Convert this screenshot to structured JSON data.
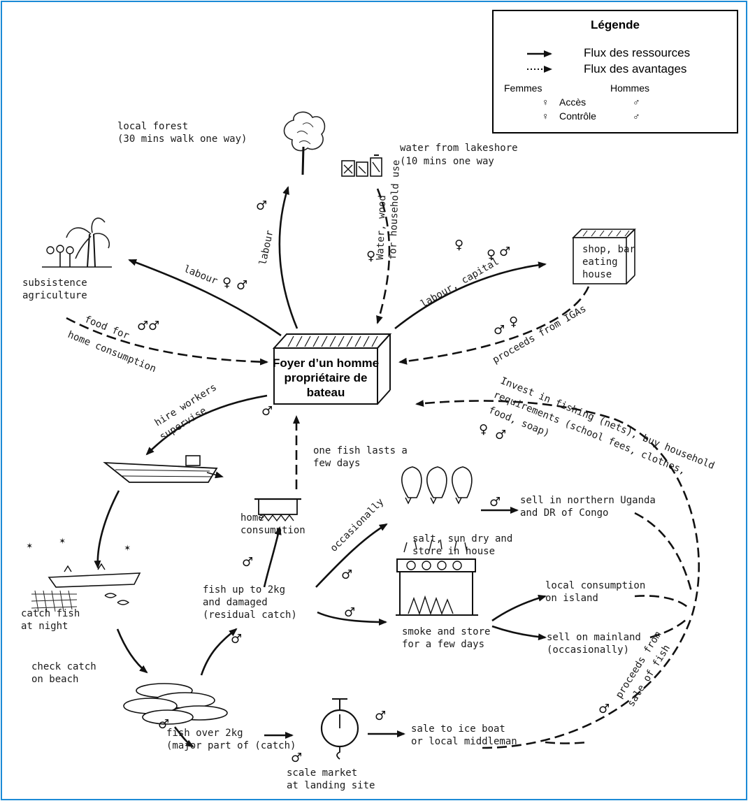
{
  "legend": {
    "title": "Légende",
    "resource_flow": "Flux des ressources",
    "benefit_flow": "Flux des avantages",
    "women": "Femmes",
    "men": "Hommes",
    "access": "Accès",
    "control": "Contrôle"
  },
  "center": {
    "line1": "Foyer d’un homme",
    "line2": "propriétaire de",
    "line3": "bateau"
  },
  "nodes": {
    "forest_1": "local  forest",
    "forest_2": "(30 mins walk one way)",
    "water_1": "water from lakeshore",
    "water_2": "(10 mins one way",
    "agri_1": "subsistence",
    "agri_2": "agriculture",
    "shop_1": "shop, bar",
    "shop_2": "eating",
    "shop_3": "house",
    "catch_1": "catch fish",
    "catch_2": "at night",
    "check_1": "check catch",
    "check_2": "on beach",
    "home_1": "home",
    "home_2": "consumption",
    "onefish_1": "one fish lasts a",
    "onefish_2": "few days",
    "small_1": "fish up to 2kg",
    "small_2": "and damaged",
    "small_3": "(residual catch)",
    "big_1": "fish over 2kg",
    "big_2": "(major part of (catch)",
    "scale_1": "scale market",
    "scale_2": "at landing site",
    "ice_1": "sale to ice boat",
    "ice_2": "or local middleman",
    "salt_1": "salt, sun dry and",
    "salt_2": "store in house",
    "north_1": "sell in northern Uganda",
    "north_2": "and DR of Congo",
    "smoke_1": "smoke and store",
    "smoke_2": "for a few days",
    "local_1": "local consumption",
    "local_2": "on island",
    "main_1": "sell on mainland",
    "main_2": "(occasionally)"
  },
  "flow_labels": {
    "labour_forest": "labour",
    "water_wood": "Water, wood",
    "household_use": "for household use",
    "labour_agri": "labour",
    "labour_capital": "labour, capital",
    "food_1": "food for",
    "food_2": "home consumption",
    "proceeds_iga": "proceeds from IGAs",
    "hire_1": "hire workers",
    "hire_2": "supervise",
    "invest_1": "Invest in fishing (nets), buy household",
    "invest_2": "requirements (school fees, clothes,",
    "invest_3": "food, soap)",
    "occasionally": "occasionally",
    "proceeds_fish_1": "proceeds from",
    "proceeds_fish_2": "sale of fish"
  },
  "symbols": {
    "female": "♀",
    "male": "♂",
    "female_control": "♀",
    "male_control": "♂"
  }
}
